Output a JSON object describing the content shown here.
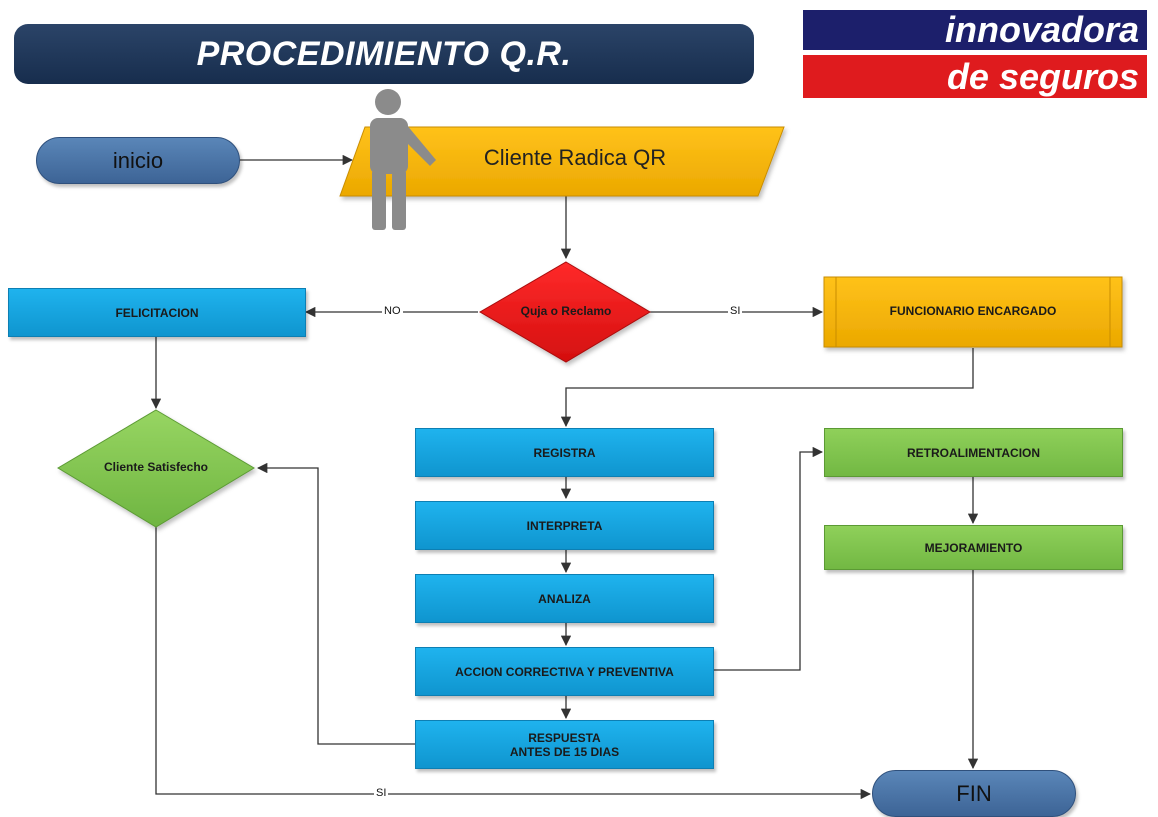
{
  "header": {
    "title": "PROCEDIMIENTO Q.R.",
    "logo_line1": "innovadora",
    "logo_line2": "de seguros"
  },
  "nodes": {
    "inicio": "inicio",
    "cliente_radica": "Cliente Radica QR",
    "queja": "Quja o Reclamo",
    "felicitacion": "FELICITACION",
    "funcionario": "FUNCIONARIO ENCARGADO",
    "cliente_satisfecho": "Cliente Satisfecho",
    "registra": "REGISTRA",
    "interpreta": "INTERPRETA",
    "analiza": "ANALIZA",
    "accion": "ACCION CORRECTIVA Y PREVENTIVA",
    "respuesta": "RESPUESTA\nANTES DE 15 DIAS",
    "retro": "RETROALIMENTACION",
    "mejoramiento": "MEJORAMIENTO",
    "fin": "FIN"
  },
  "edges": {
    "no_label": "NO",
    "si_label": "SI",
    "si_bottom_label": "SI"
  },
  "colors": {
    "title_bg": "#1f3a5f",
    "logo_blue": "#1c1f6b",
    "logo_red": "#df1b1e",
    "process_blue": "#16a6e3",
    "process_green": "#7dc34b",
    "decision_red": "#e41a1a",
    "io_orange": "#f6b400",
    "terminal": "#4a74a8",
    "person": "#8a8a8a"
  },
  "icons": {
    "person": "person-icon"
  }
}
